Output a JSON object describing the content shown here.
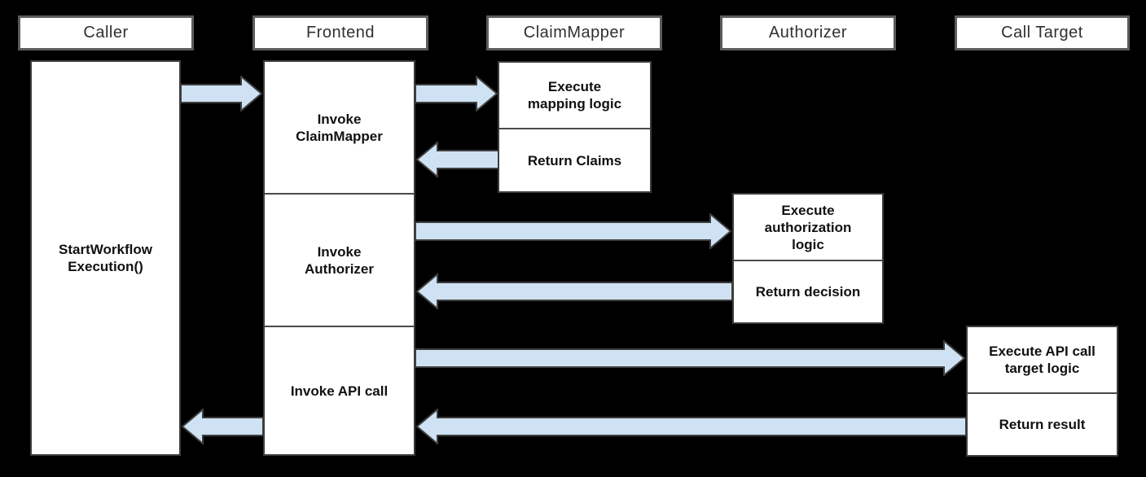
{
  "colors": {
    "background": "#000000",
    "box-fill": "#ffffff",
    "box-border": "#3d3d3d",
    "header-border": "#5c5c5c",
    "divider": "#4a4a4a",
    "arrow-fill": "#cfe2f3",
    "arrow-stroke": "#3f3f3f",
    "header-text": "#303030",
    "step-text": "#111111"
  },
  "lifelines": {
    "caller": {
      "header": "Caller"
    },
    "frontend": {
      "header": "Frontend"
    },
    "claimmapper": {
      "header": "ClaimMapper"
    },
    "authorizer": {
      "header": "Authorizer"
    },
    "calltarget": {
      "header": "Call Target"
    }
  },
  "steps": {
    "caller_start": "StartWorkflow\nExecution()",
    "frontend_invoke_claimmapper": "Invoke\nClaimMapper",
    "frontend_invoke_authorizer": "Invoke\nAuthorizer",
    "frontend_invoke_api_call": "Invoke API call",
    "claimmapper_execute": "Execute\nmapping logic",
    "claimmapper_return": "Return Claims",
    "authorizer_execute": "Execute\nauthorization\nlogic",
    "authorizer_return": "Return decision",
    "calltarget_execute": "Execute API call\ntarget logic",
    "calltarget_return": "Return result"
  },
  "arrows": [
    {
      "from": "Caller",
      "to": "Frontend"
    },
    {
      "from": "Frontend",
      "to": "ClaimMapper"
    },
    {
      "from": "ClaimMapper",
      "to": "Frontend"
    },
    {
      "from": "Frontend",
      "to": "Authorizer"
    },
    {
      "from": "Authorizer",
      "to": "Frontend"
    },
    {
      "from": "Frontend",
      "to": "Call Target"
    },
    {
      "from": "Call Target",
      "to": "Frontend"
    },
    {
      "from": "Frontend",
      "to": "Caller"
    }
  ]
}
